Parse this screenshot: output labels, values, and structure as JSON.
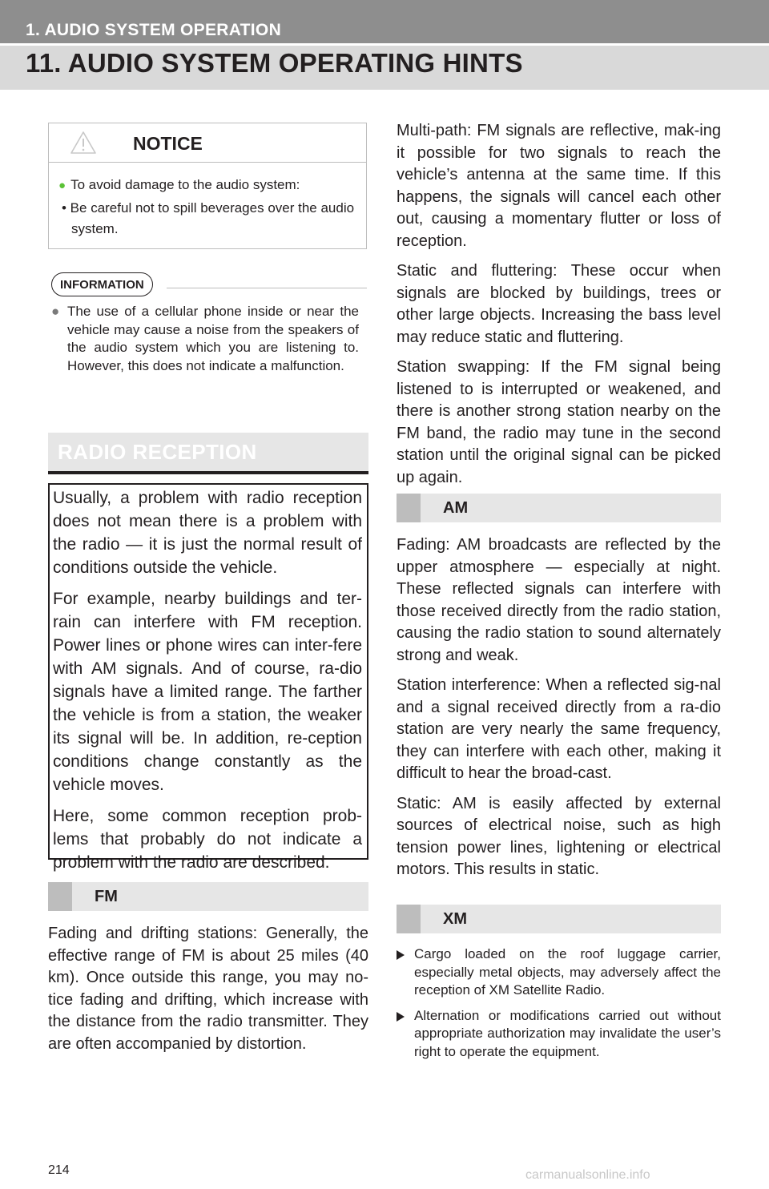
{
  "header": {
    "section": "1. AUDIO SYSTEM OPERATION",
    "title": "11. AUDIO SYSTEM OPERATING HINTS"
  },
  "notice": {
    "title": "NOTICE",
    "bullet": "To avoid damage to the audio system:",
    "sub": "• Be careful not to spill beverages over the audio system."
  },
  "information": {
    "label": "INFORMATION",
    "text": "The use of a cellular phone inside or near the vehicle may cause a noise from the speakers of the audio system which you are listening to. However, this does not indicate a malfunction."
  },
  "radio_reception": {
    "title": "RADIO RECEPTION",
    "paragraphs": [
      "Usually, a problem with radio reception does not mean there is a problem with the radio — it is just the normal result of conditions outside the vehicle.",
      "For example, nearby buildings and ter-rain can interfere with FM reception. Power lines or phone wires can inter-fere with AM signals. And of course, ra-dio signals have a limited range. The farther the vehicle is from a station, the weaker its signal will be. In addition, re-ception conditions change constantly as the vehicle moves.",
      "Here, some common reception prob-lems that probably do not indicate a problem with the radio are described."
    ]
  },
  "fm": {
    "label": "FM",
    "paragraphs": [
      "Fading and drifting stations: Generally, the effective range of FM is about 25 miles (40 km). Once outside this range, you may no-tice fading and drifting, which increase with the distance from the radio transmitter. They are often accompanied by distortion.",
      "Multi-path: FM signals are reflective, mak-ing it possible for two signals to reach the vehicle’s antenna at the same time. If this happens, the signals will cancel each other out, causing a momentary flutter or loss of reception.",
      "Static and fluttering: These occur when signals are blocked by buildings, trees or other large objects. Increasing the bass level may reduce static and fluttering.",
      "Station swapping: If the FM signal being listened to is interrupted or weakened, and there is another strong station nearby on the FM band, the radio may tune in the second station until the original signal can be picked up again."
    ]
  },
  "am": {
    "label": "AM",
    "paragraphs": [
      "Fading: AM broadcasts are reflected by the upper atmosphere — especially at night. These reflected signals can interfere with those received directly from the radio station, causing the radio station to sound alternately strong and weak.",
      "Station interference: When a reflected sig-nal and a signal received directly from a ra-dio station are very nearly the same frequency, they can interfere with each other, making it difficult to hear the broad-cast.",
      "Static: AM is easily affected by external sources of electrical noise, such as high tension power lines, lightening or electrical motors. This results in static."
    ]
  },
  "xm": {
    "label": "XM",
    "items": [
      "Cargo loaded on the roof luggage carrier, especially metal objects, may adversely affect the reception of XM Satellite Radio.",
      "Alternation or modifications carried out without appropriate authorization may invalidate the user’s right to operate the equipment."
    ]
  },
  "footer": {
    "page_number": "214",
    "watermark": "carmanualsonline.info"
  },
  "colors": {
    "header_band": "#8e8e8e",
    "header_bg": "#d9d9d9",
    "bullet_green": "#5bc236"
  }
}
